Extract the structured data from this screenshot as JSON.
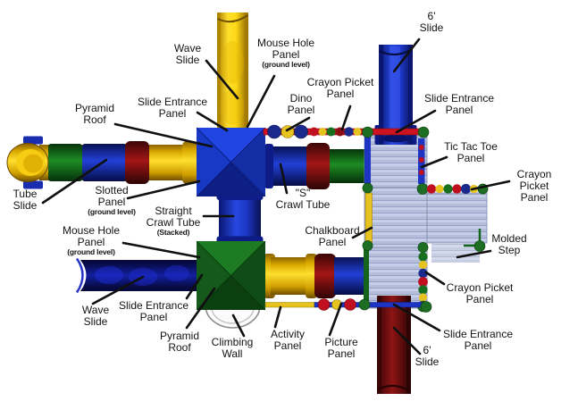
{
  "title": "Playground structure top-view diagram",
  "labels": [
    {
      "id": "wave-slide-top",
      "text": "Wave\nSlide"
    },
    {
      "id": "mouse-hole-panel-top",
      "text": "Mouse Hole\nPanel",
      "sub": "(ground level)"
    },
    {
      "id": "six-foot-slide-top",
      "text": "6'\nSlide"
    },
    {
      "id": "crayon-picket-panel-top",
      "text": "Crayon Picket\nPanel"
    },
    {
      "id": "dino-panel",
      "text": "Dino\nPanel"
    },
    {
      "id": "slide-entrance-panel-top-left",
      "text": "Slide Entrance\nPanel"
    },
    {
      "id": "slide-entrance-panel-top-right",
      "text": "Slide Entrance\nPanel"
    },
    {
      "id": "pyramid-roof-top",
      "text": "Pyramid\nRoof"
    },
    {
      "id": "tube-slide",
      "text": "Tube\nSlide"
    },
    {
      "id": "slotted-panel",
      "text": "Slotted\nPanel",
      "sub": "(ground level)"
    },
    {
      "id": "straight-crawl-tube",
      "text": "Straight\nCrawl Tube",
      "sub": "(Stacked)"
    },
    {
      "id": "s-crawl-tube",
      "text": "\"S\"\nCrawl Tube"
    },
    {
      "id": "chalkboard-panel",
      "text": "Chalkboard\nPanel"
    },
    {
      "id": "mouse-hole-panel-bottom",
      "text": "Mouse Hole\nPanel",
      "sub": "(ground level)"
    },
    {
      "id": "wave-slide-bottom",
      "text": "Wave\nSlide"
    },
    {
      "id": "slide-entrance-panel-bottom-left",
      "text": "Slide Entrance\nPanel"
    },
    {
      "id": "pyramid-roof-bottom",
      "text": "Pyramid\nRoof"
    },
    {
      "id": "climbing-wall",
      "text": "Climbing\nWall"
    },
    {
      "id": "activity-panel",
      "text": "Activity\nPanel"
    },
    {
      "id": "picture-panel",
      "text": "Picture\nPanel"
    },
    {
      "id": "six-foot-slide-bottom",
      "text": "6'\nSlide"
    },
    {
      "id": "slide-entrance-panel-bottom-right",
      "text": "Slide Entrance\nPanel"
    },
    {
      "id": "crayon-picket-panel-bottom-right",
      "text": "Crayon Picket\nPanel"
    },
    {
      "id": "molded-step",
      "text": "Molded\nStep"
    },
    {
      "id": "tic-tac-toe-panel",
      "text": "Tic Tac Toe\nPanel"
    },
    {
      "id": "crayon-picket-panel-right",
      "text": "Crayon Picket\nPanel"
    }
  ],
  "colors": {
    "background": "#ffffff",
    "tube_blue": "#2240d8",
    "tube_green": "#1e8c24",
    "tube_yellow": "#ffd916",
    "ring_maroon": "#a31616",
    "deck": "#b4bedb",
    "picket_bar_red": "#ce1220",
    "panel_bar_blue": "#1e35c4",
    "panel_bar_yellow": "#e6c31e",
    "post_green": "#1d6e22",
    "wave_slide_navy": "#131fa0",
    "six_slide_blue": "#2747e0",
    "six_slide_maroon": "#8d1414",
    "label_text": "#141414",
    "leader_line": "#101010"
  }
}
